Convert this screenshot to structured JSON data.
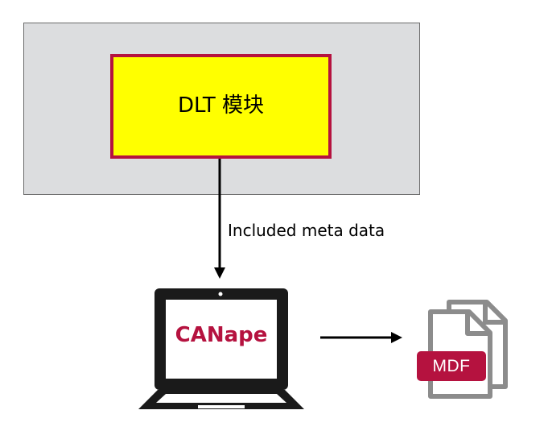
{
  "diagram": {
    "module_label": "DLT 模块",
    "connection_label": "Included meta data",
    "laptop_label": "CANape",
    "file_badge_label": "MDF"
  },
  "colors": {
    "accent_red": "#b5123f",
    "module_fill": "#ffff00",
    "outer_fill": "#dcdddf",
    "line": "#000000",
    "file_icon_gray": "#8c8c8c"
  },
  "icons": {
    "laptop": "laptop-icon",
    "file": "document-stack-icon",
    "arrow": "arrow-right-icon"
  }
}
